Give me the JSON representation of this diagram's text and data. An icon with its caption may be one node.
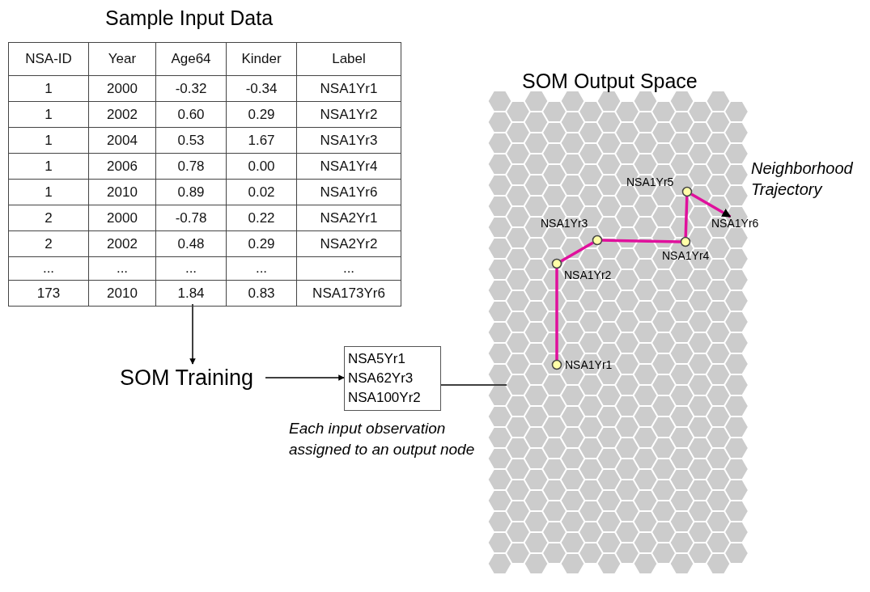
{
  "diagram": {
    "nodes": [
      {
        "text": [
          "Sample Input Data"
        ]
      },
      {
        "text": [
          "SOM Training"
        ]
      },
      {
        "text": [
          "NSA5Yr1 NSA62Yr3 NSA100Yr2"
        ],
        "beside": [
          "Each input observation assigned to an output node"
        ]
      },
      {
        "text": [
          "SOM Output Space"
        ]
      },
      {
        "text": [],
        "shape": "hexagon",
        "in": 3
      },
      {
        "text": [],
        "shape": "circle",
        "beside": [
          "NSA1Yr1"
        ],
        "in": 3
      },
      {
        "text": [],
        "shape": "circle",
        "beside": [
          "NSA1Yr2"
        ],
        "in": 3
      },
      {
        "text": [],
        "shape": "circle",
        "beside": [
          "NSA1Yr3"
        ],
        "in": 3
      },
      {
        "text": [],
        "shape": "circle",
        "beside": [
          "NSA1Yr4"
        ],
        "in": 3
      },
      {
        "text": [],
        "shape": "circle",
        "beside": [
          "NSA1Yr5"
        ],
        "in": 3
      },
      {
        "text": [
          "NSA1Yr6"
        ],
        "in": 3
      }
    ],
    "edges": [
      {
        "from": 0,
        "to": 1,
        "arrow": "to",
        "color": "#000000"
      },
      {
        "from": 1,
        "to": 2,
        "arrow": "to",
        "color": "#000000"
      },
      {
        "from": 2,
        "to": 4,
        "arrow": "none",
        "color": "#000000"
      },
      {
        "from": 5,
        "to": 6,
        "arrow": "none",
        "color": "#e0109c"
      },
      {
        "from": 6,
        "to": 7,
        "arrow": "none",
        "color": "#e0109c"
      },
      {
        "from": 7,
        "to": 8,
        "arrow": "none",
        "color": "#e0109c"
      },
      {
        "from": 8,
        "to": 9,
        "arrow": "none",
        "color": "#e0109c"
      },
      {
        "from": 9,
        "to": 10,
        "arrow": "to",
        "color": "#e0109c"
      }
    ],
    "labels": [
      "NSA-ID",
      "Year",
      "Age64",
      "Kinder",
      "Label",
      "1",
      "2000",
      "-0.32",
      "-0.34",
      "NSA1Yr1",
      "1",
      "2002",
      "0.60",
      "0.29",
      "NSA1Yr2",
      "1",
      "2004",
      "0.53",
      "1.67",
      "NSA1Yr3",
      "1",
      "2006",
      "0.78",
      "0.00",
      "NSA1Yr4",
      "1",
      "2010",
      "0.89",
      "0.02",
      "NSA1Yr6",
      "2",
      "2000",
      "-0.78",
      "0.22",
      "NSA2Yr1",
      "2",
      "2002",
      "0.48",
      "0.29",
      "NSA2Yr2",
      "...",
      "...",
      "...",
      "...",
      "...",
      "173",
      "2010",
      "1.84",
      "0.83",
      "NSA173Yr6",
      "Neighborhood Trajectory"
    ]
  }
}
